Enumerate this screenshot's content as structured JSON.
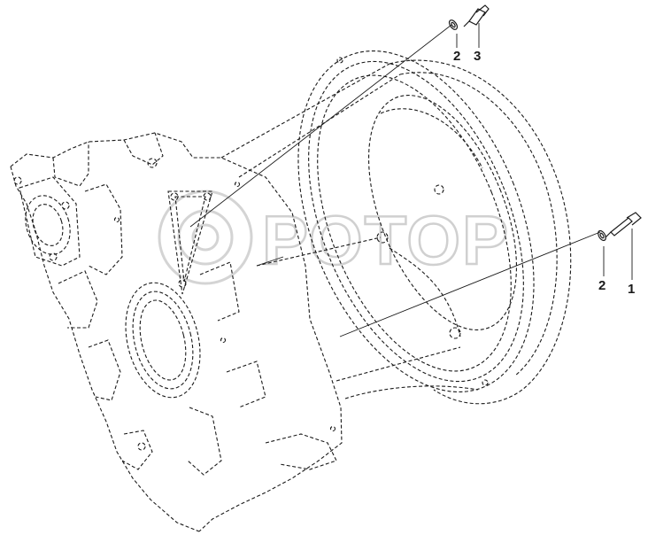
{
  "watermark": {
    "text": "РОТОР"
  },
  "callouts": [
    {
      "id": "c1",
      "number": "1"
    },
    {
      "id": "c2a",
      "number": "2"
    },
    {
      "id": "c2b",
      "number": "2"
    },
    {
      "id": "c3",
      "number": "3"
    }
  ]
}
